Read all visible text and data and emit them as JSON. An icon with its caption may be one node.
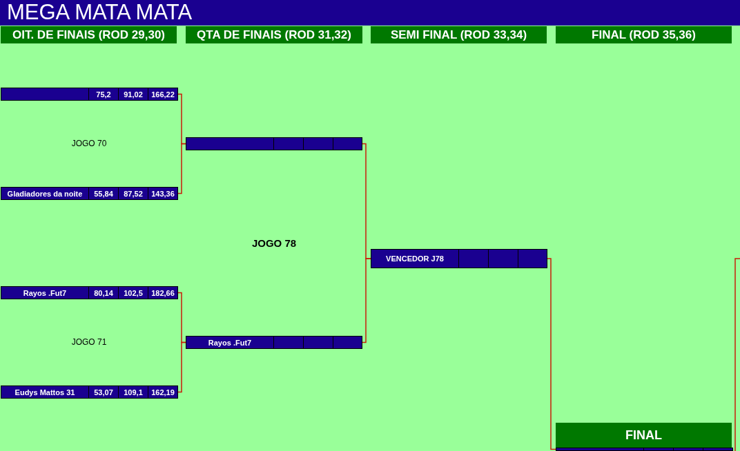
{
  "diagram": {
    "title": "MEGA MATA MATA",
    "nodes": [
      {
        "text": [
          "OIT. DE FINAIS (ROD 29,30)"
        ]
      },
      {
        "text": [
          "QTA DE FINAIS (ROD 31,32)"
        ]
      },
      {
        "text": [
          "SEMI FINAL (ROD 33,34)"
        ]
      },
      {
        "text": [
          "FINAL (ROD 35,36)"
        ]
      },
      {
        "text": [
          "75,2",
          "91,02",
          "166,22"
        ]
      },
      {
        "text": [],
        "shape": "box"
      },
      {
        "text": [
          "Gladiadores da noite",
          "55,84",
          "87,52",
          "143,36"
        ]
      },
      {
        "text": [
          "VENCEDOR J78"
        ]
      },
      {
        "text": [
          "Rayos .Fut7",
          "80,14",
          "102,5",
          "182,66"
        ]
      },
      {
        "text": [
          "Rayos .Fut7"
        ]
      },
      {
        "text": [
          "Eudys Mattos 31",
          "53,07",
          "109,1",
          "162,19"
        ]
      },
      {
        "text": [
          "FINAL"
        ]
      },
      {
        "text": [],
        "shape": "box"
      }
    ],
    "edges": [
      {
        "from": 4,
        "to": 5,
        "arrow": "none"
      },
      {
        "from": 6,
        "to": 5,
        "arrow": "none"
      },
      {
        "from": 8,
        "to": 9,
        "arrow": "none"
      },
      {
        "from": 10,
        "to": 9,
        "arrow": "none"
      },
      {
        "from": 5,
        "to": 7,
        "arrow": "none"
      },
      {
        "from": 9,
        "to": 7,
        "arrow": "none"
      },
      {
        "from": 7,
        "to": 12,
        "arrow": "none"
      }
    ],
    "labels": [
      "JOGO 70",
      "JOGO 78",
      "JOGO 71"
    ]
  }
}
